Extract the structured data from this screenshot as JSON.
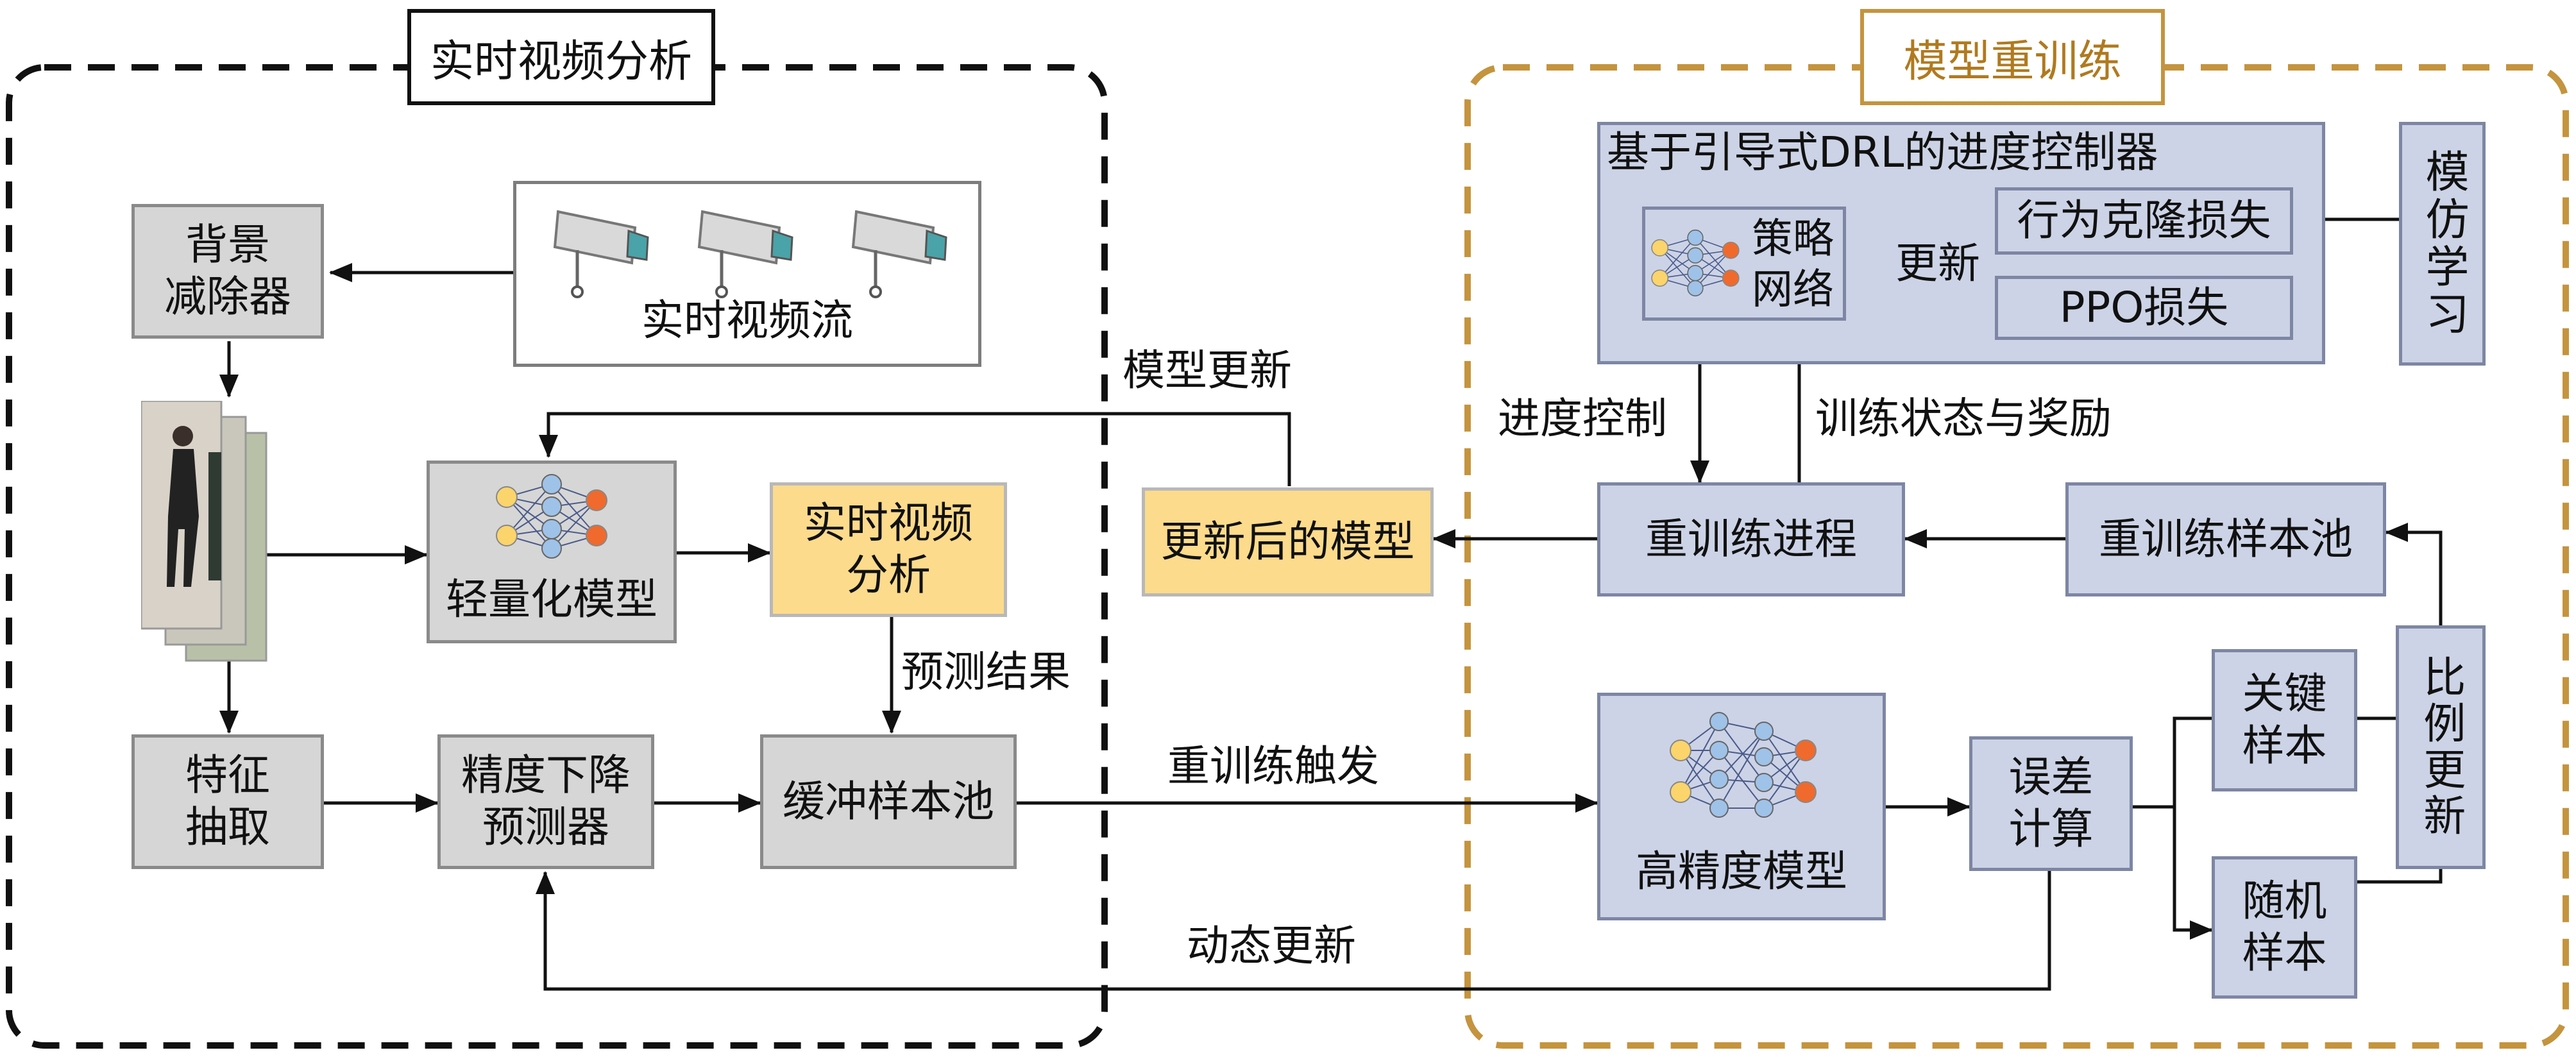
{
  "sections": {
    "realtime_title": "实时视频分析",
    "retrain_title": "模型重训练"
  },
  "nodes": {
    "camera_stream": "实时视频流",
    "background_subtractor": "背景\n减除器",
    "lightweight_model": "轻量化模型",
    "realtime_analysis": "实时视频\n分析",
    "feature_extraction": "特征\n抽取",
    "accuracy_drop_predictor": "精度下降\n预测器",
    "buffer_pool": "缓冲样本池",
    "updated_model": "更新后的模型",
    "controller_title": "基于引导式DRL的进度控制器",
    "policy_network": "策略\n网络",
    "update": "更新",
    "behavior_clone_loss": "行为克隆损失",
    "ppo_loss": "PPO损失",
    "imitation_learning": "模仿学习",
    "retrain_process": "重训练进程",
    "retrain_pool": "重训练样本池",
    "high_accuracy_model": "高精度模型",
    "error_calc": "误差\n计算",
    "key_samples": "关键\n样本",
    "random_samples": "随机\n样本",
    "ratio_update": "比例更新"
  },
  "edge_labels": {
    "model_update": "模型更新",
    "prediction_result": "预测结果",
    "retrain_trigger": "重训练触发",
    "dynamic_update": "动态更新",
    "progress_control": "进度控制",
    "train_state_reward": "训练状态与奖励"
  },
  "colors": {
    "realtime_border": "#111111",
    "retrain_border": "#c4943e",
    "gray_fill": "#d6d6d6",
    "blue_fill": "#ccd3e6",
    "gold_fill": "#fddb8c",
    "node_orange": "#ef6a2c",
    "node_yellow": "#fbd46b",
    "node_blue": "#9fc2e8"
  }
}
